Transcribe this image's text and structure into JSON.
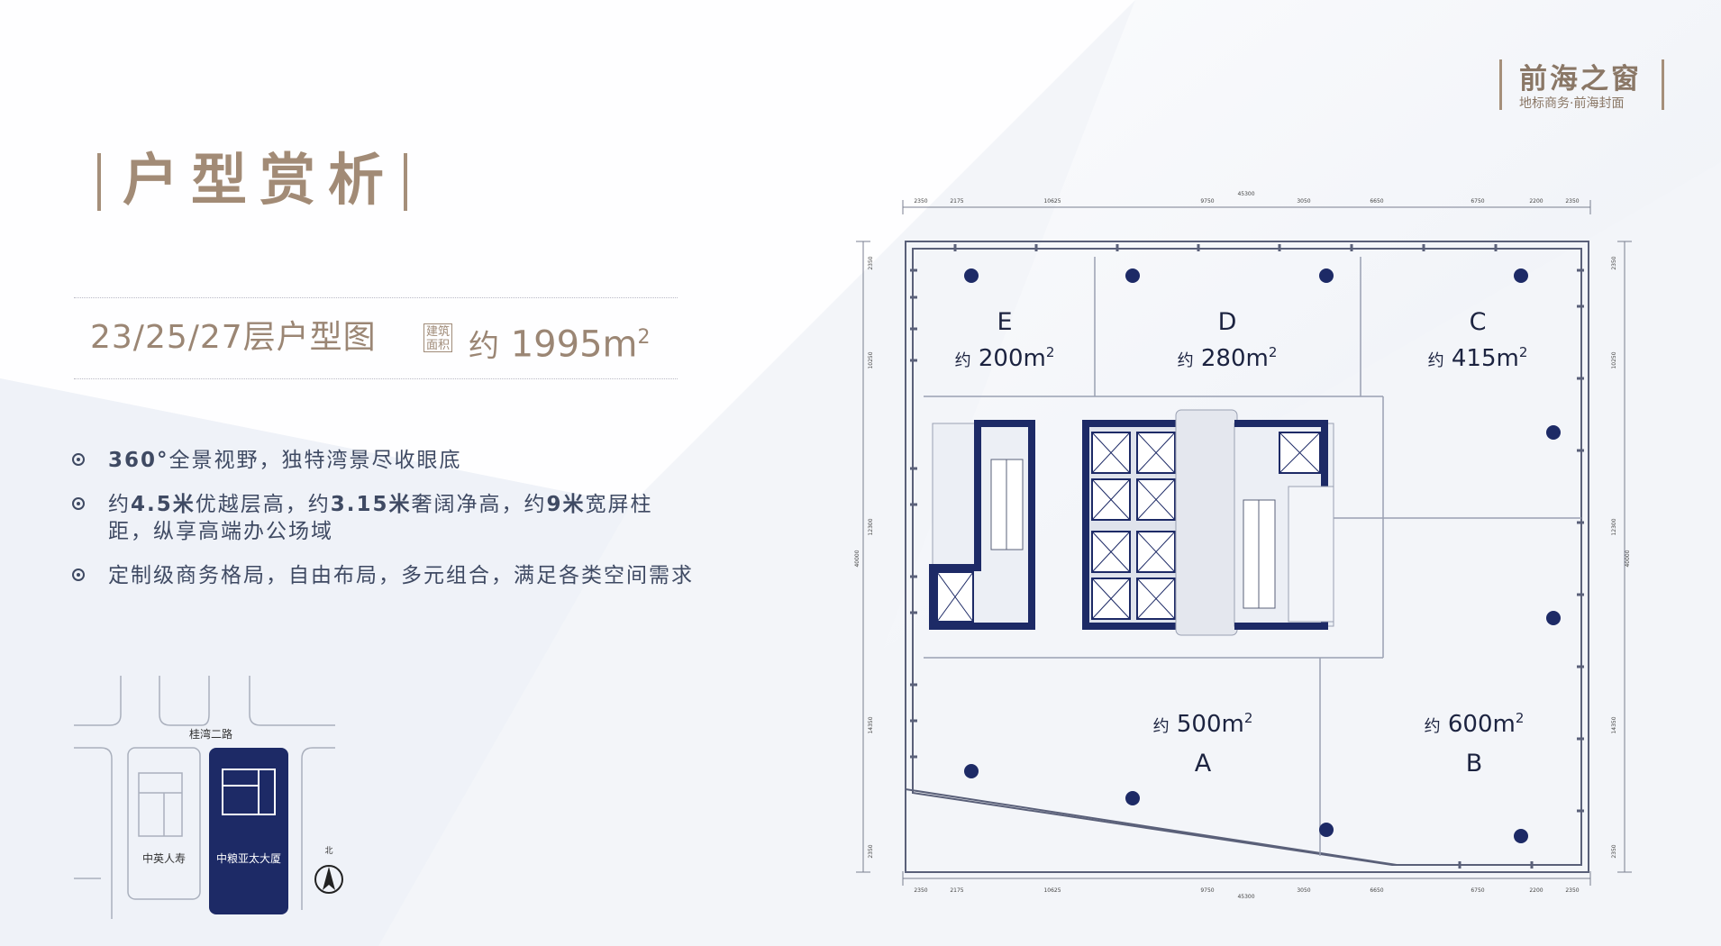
{
  "brand": {
    "title": "前海之窗",
    "subtitle": "地标商务·前海封面"
  },
  "page": {
    "title": "户型赏析"
  },
  "plan": {
    "floors": "23/25/27层户型图",
    "badge_line1": "建筑",
    "badge_line2": "面积",
    "area_prefix": "约",
    "area_value": "1995m",
    "area_sup": "2"
  },
  "features": [
    {
      "parts": [
        {
          "t": "360°",
          "b": true
        },
        {
          "t": "全景视野，独特湾景尽收眼底",
          "b": false
        }
      ]
    },
    {
      "parts": [
        {
          "t": "约",
          "b": false
        },
        {
          "t": "4.5米",
          "b": true
        },
        {
          "t": "优越层高，约",
          "b": false
        },
        {
          "t": "3.15米",
          "b": true
        },
        {
          "t": "奢阔净高，约",
          "b": false
        },
        {
          "t": "9米",
          "b": true
        },
        {
          "t": "宽屏柱距，纵享高端办公场域",
          "b": false
        }
      ]
    },
    {
      "parts": [
        {
          "t": "定制级商务格局，自由布局，多元组合，满足各类空间需求",
          "b": false
        }
      ]
    }
  ],
  "map": {
    "road": "桂湾二路",
    "building_left": "中英人寿",
    "building_right": "中粮亚太大厦",
    "north": "北"
  },
  "units": [
    {
      "id": "E",
      "prefix": "约",
      "area": "200m",
      "sup": "2"
    },
    {
      "id": "D",
      "prefix": "约",
      "area": "280m",
      "sup": "2"
    },
    {
      "id": "C",
      "prefix": "约",
      "area": "415m",
      "sup": "2"
    },
    {
      "id": "A",
      "prefix": "约",
      "area": "500m",
      "sup": "2"
    },
    {
      "id": "B",
      "prefix": "约",
      "area": "600m",
      "sup": "2"
    }
  ],
  "dimensions": {
    "overall": "45300",
    "top_segments": [
      "2350",
      "2175",
      "10625",
      "9750",
      "3050",
      "6650",
      "6750",
      "2200",
      "2350"
    ],
    "side_segments": [
      "2350",
      "10250",
      "12300",
      "14350",
      "2350"
    ],
    "side_overall": "40000"
  },
  "colors": {
    "accent": "#a28b76",
    "navy": "#1d2a66",
    "text": "#3f4a63"
  }
}
